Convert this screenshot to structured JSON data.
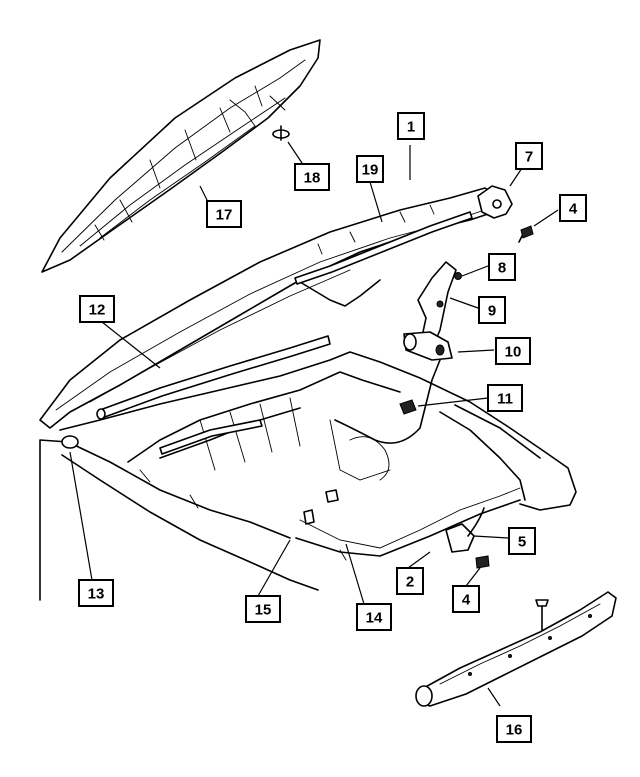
{
  "callouts": [
    {
      "id": "c1",
      "label": "1"
    },
    {
      "id": "c2",
      "label": "2"
    },
    {
      "id": "c4a",
      "label": "4"
    },
    {
      "id": "c4b",
      "label": "4"
    },
    {
      "id": "c5",
      "label": "5"
    },
    {
      "id": "c7",
      "label": "7"
    },
    {
      "id": "c8",
      "label": "8"
    },
    {
      "id": "c9",
      "label": "9"
    },
    {
      "id": "c10",
      "label": "10"
    },
    {
      "id": "c11",
      "label": "11"
    },
    {
      "id": "c12",
      "label": "12"
    },
    {
      "id": "c13",
      "label": "13"
    },
    {
      "id": "c14",
      "label": "14"
    },
    {
      "id": "c15",
      "label": "15"
    },
    {
      "id": "c16",
      "label": "16"
    },
    {
      "id": "c17",
      "label": "17"
    },
    {
      "id": "c18",
      "label": "18"
    },
    {
      "id": "c19",
      "label": "19"
    }
  ]
}
